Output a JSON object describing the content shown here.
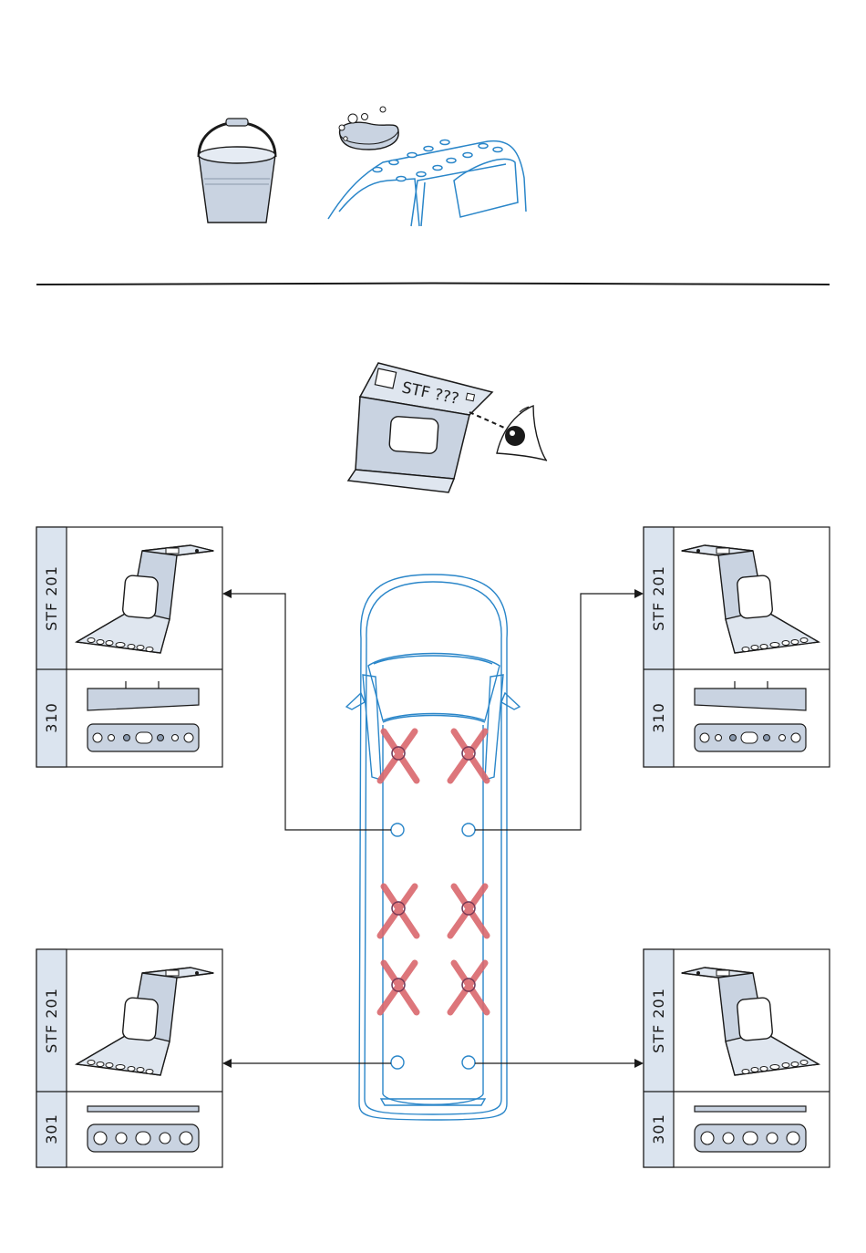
{
  "inspect_plate": {
    "code_label": "STF ???"
  },
  "panels": {
    "top_left": {
      "bracket_label": "STF 201",
      "adapter_label": "310"
    },
    "top_right": {
      "bracket_label": "STF 201",
      "adapter_label": "310"
    },
    "bottom_left": {
      "bracket_label": "STF 201",
      "adapter_label": "301"
    },
    "bottom_right": {
      "bracket_label": "STF 201",
      "adapter_label": "301"
    }
  },
  "colors": {
    "vehicle_outline": "#2a86c9",
    "forbidden_mark": "#d9676d",
    "part_fill": "#c9d3e1",
    "label_column": "#dbe4ef",
    "line": "#1a1a1a"
  },
  "icons": [
    "bucket-icon",
    "sponge-icon",
    "roof-icon",
    "eye-icon",
    "cross-icon"
  ]
}
